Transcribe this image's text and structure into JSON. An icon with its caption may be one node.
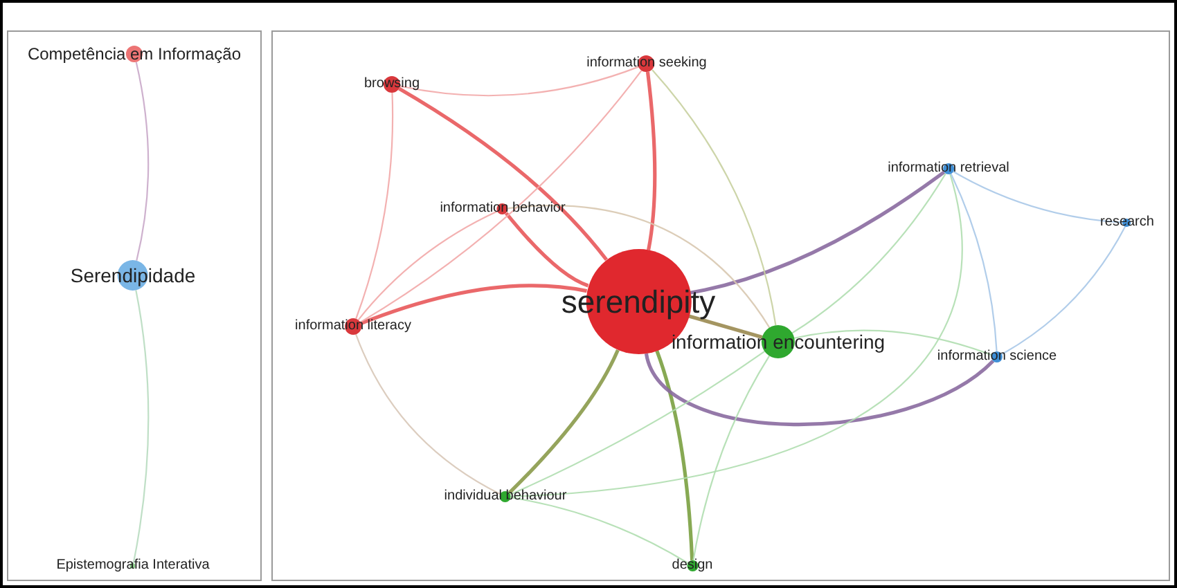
{
  "diagram": {
    "nodes": [
      {
        "text": [],
        "shape": "box"
      },
      {
        "text": [],
        "shape": "box"
      },
      {
        "text": [
          "Competência em Informação"
        ],
        "in": 0
      },
      {
        "text": [
          "Serendipidade"
        ],
        "in": 0
      },
      {
        "text": [
          "Epistemografia Interativa"
        ],
        "in": 0
      },
      {
        "text": [
          "browsing"
        ],
        "in": 1
      },
      {
        "text": [
          "information seeking"
        ],
        "in": 1
      },
      {
        "text": [
          "information retrieval"
        ],
        "in": 1
      },
      {
        "text": [
          "research"
        ],
        "in": 1
      },
      {
        "text": [
          "information behavior"
        ],
        "in": 1
      },
      {
        "text": [
          "serendipity"
        ],
        "in": 1
      },
      {
        "text": [
          "information literacy"
        ],
        "in": 1
      },
      {
        "text": [
          "information encountering"
        ],
        "in": 1
      },
      {
        "text": [
          "information science"
        ],
        "in": 1
      },
      {
        "text": [
          "individual behaviour"
        ],
        "in": 1
      },
      {
        "text": [
          "design"
        ],
        "in": 1
      }
    ],
    "edges": [
      {
        "from": 2,
        "to": 3,
        "arrow": "none",
        "color": "#c9a9c9"
      },
      {
        "from": 3,
        "to": 4,
        "arrow": "none",
        "color": "#b8dcc0"
      },
      {
        "from": 10,
        "to": 5,
        "arrow": "none",
        "style": "thick",
        "color": "#e8585a"
      },
      {
        "from": 10,
        "to": 6,
        "arrow": "none",
        "style": "thick",
        "color": "#e8585a"
      },
      {
        "from": 10,
        "to": 9,
        "arrow": "none",
        "style": "thick",
        "color": "#e8585a"
      },
      {
        "from": 10,
        "to": 11,
        "arrow": "none",
        "style": "thick",
        "color": "#e8585a"
      },
      {
        "from": 10,
        "to": 12,
        "arrow": "none",
        "style": "thick",
        "color": "#9a8a50"
      },
      {
        "from": 10,
        "to": 14,
        "arrow": "none",
        "style": "thick",
        "color": "#8a9a4a"
      },
      {
        "from": 10,
        "to": 15,
        "arrow": "none",
        "style": "thick",
        "color": "#7aa040"
      },
      {
        "from": 10,
        "to": 7,
        "arrow": "none",
        "style": "thick",
        "color": "#8a6aa0"
      },
      {
        "from": 10,
        "to": 13,
        "arrow": "none",
        "style": "thick",
        "color": "#8a6aa0"
      },
      {
        "from": 5,
        "to": 6,
        "arrow": "none"
      },
      {
        "from": 5,
        "to": 11,
        "arrow": "none"
      },
      {
        "from": 6,
        "to": 11,
        "arrow": "none"
      },
      {
        "from": 9,
        "to": 11,
        "arrow": "none"
      },
      {
        "from": 9,
        "to": 12,
        "arrow": "none",
        "color": "#d8c8b0"
      },
      {
        "from": 6,
        "to": 12,
        "arrow": "none",
        "color": "#c8d0a0"
      },
      {
        "from": 11,
        "to": 14,
        "arrow": "none",
        "color": "#d8c8b8"
      },
      {
        "from": 14,
        "to": 12,
        "arrow": "none",
        "color": "#b0deb0"
      },
      {
        "from": 14,
        "to": 15,
        "arrow": "none",
        "color": "#b0deb0"
      },
      {
        "from": 12,
        "to": 15,
        "arrow": "none",
        "color": "#b0deb0"
      },
      {
        "from": 14,
        "to": 7,
        "arrow": "none",
        "color": "#b0deb0"
      },
      {
        "from": 12,
        "to": 7,
        "arrow": "none",
        "color": "#b0deb0"
      },
      {
        "from": 12,
        "to": 13,
        "arrow": "none",
        "color": "#b0deb0"
      },
      {
        "from": 7,
        "to": 8,
        "arrow": "none",
        "color": "#a8c8e8"
      },
      {
        "from": 7,
        "to": 13,
        "arrow": "none",
        "color": "#a8c8e8"
      },
      {
        "from": 13,
        "to": 8,
        "arrow": "none",
        "color": "#a8c8e8"
      }
    ]
  }
}
